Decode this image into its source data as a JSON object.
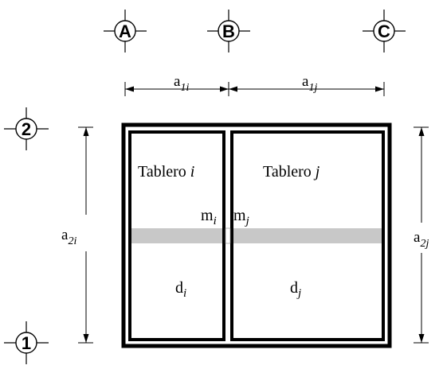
{
  "grid": {
    "columns": [
      "A",
      "B",
      "C"
    ],
    "rows": [
      "2",
      "1"
    ]
  },
  "dimensions": {
    "a1i": {
      "base": "a",
      "sub": "1i"
    },
    "a1j": {
      "base": "a",
      "sub": "1j"
    },
    "a2i": {
      "base": "a",
      "sub": "2i"
    },
    "a2j": {
      "base": "a",
      "sub": "2j"
    }
  },
  "panels": {
    "i": {
      "label": "Tablero",
      "index": "i"
    },
    "j": {
      "label": "Tablero",
      "index": "j"
    }
  },
  "moments": {
    "mi": {
      "base": "m",
      "sub": "i"
    },
    "mj": {
      "base": "m",
      "sub": "j"
    }
  },
  "strips": {
    "di": {
      "base": "d",
      "sub": "i"
    },
    "dj": {
      "base": "d",
      "sub": "j"
    }
  },
  "colors": {
    "line": "#000000",
    "strip": "#c8c8c8"
  }
}
